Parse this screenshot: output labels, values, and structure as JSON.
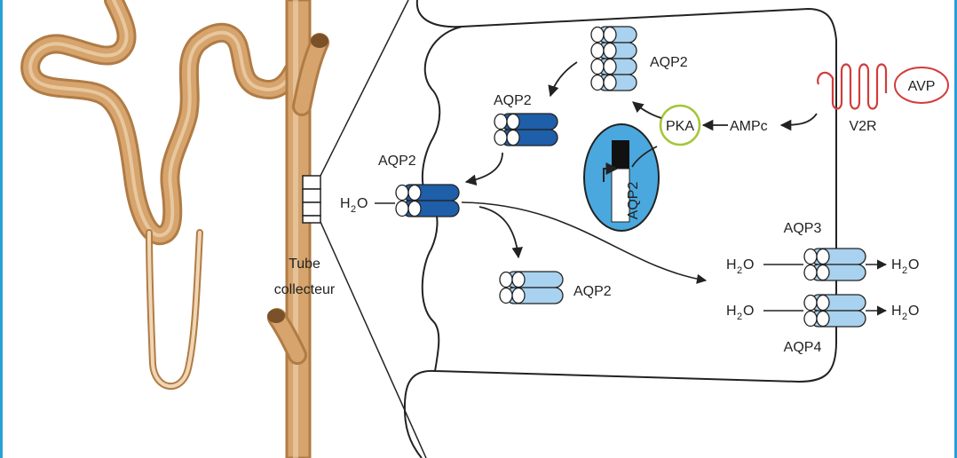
{
  "colors": {
    "frame": "#2a9fd6",
    "tubule": "#d6a46c",
    "tubule_dark": "#b07c45",
    "tubule_light": "#f0d6b4",
    "aqp_light": "#a8d2ef",
    "aqp_dark": "#1f5ea8",
    "nucleus": "#4aa8de",
    "pka_ring": "#a4c639",
    "avp_ring": "#d23c3c",
    "receptor": "#d23c3c",
    "line": "#222222"
  },
  "labels": {
    "tube_line1": "Tube",
    "tube_line2": "collecteur",
    "aqp2": "AQP2",
    "aqp3": "AQP3",
    "aqp4": "AQP4",
    "pka": "PKA",
    "ampc": "AMPc",
    "v2r": "V2R",
    "avp": "AVP",
    "water_h": "H",
    "water_sub": "2",
    "water_o": "O",
    "nucleus_gene": "AQP2"
  }
}
